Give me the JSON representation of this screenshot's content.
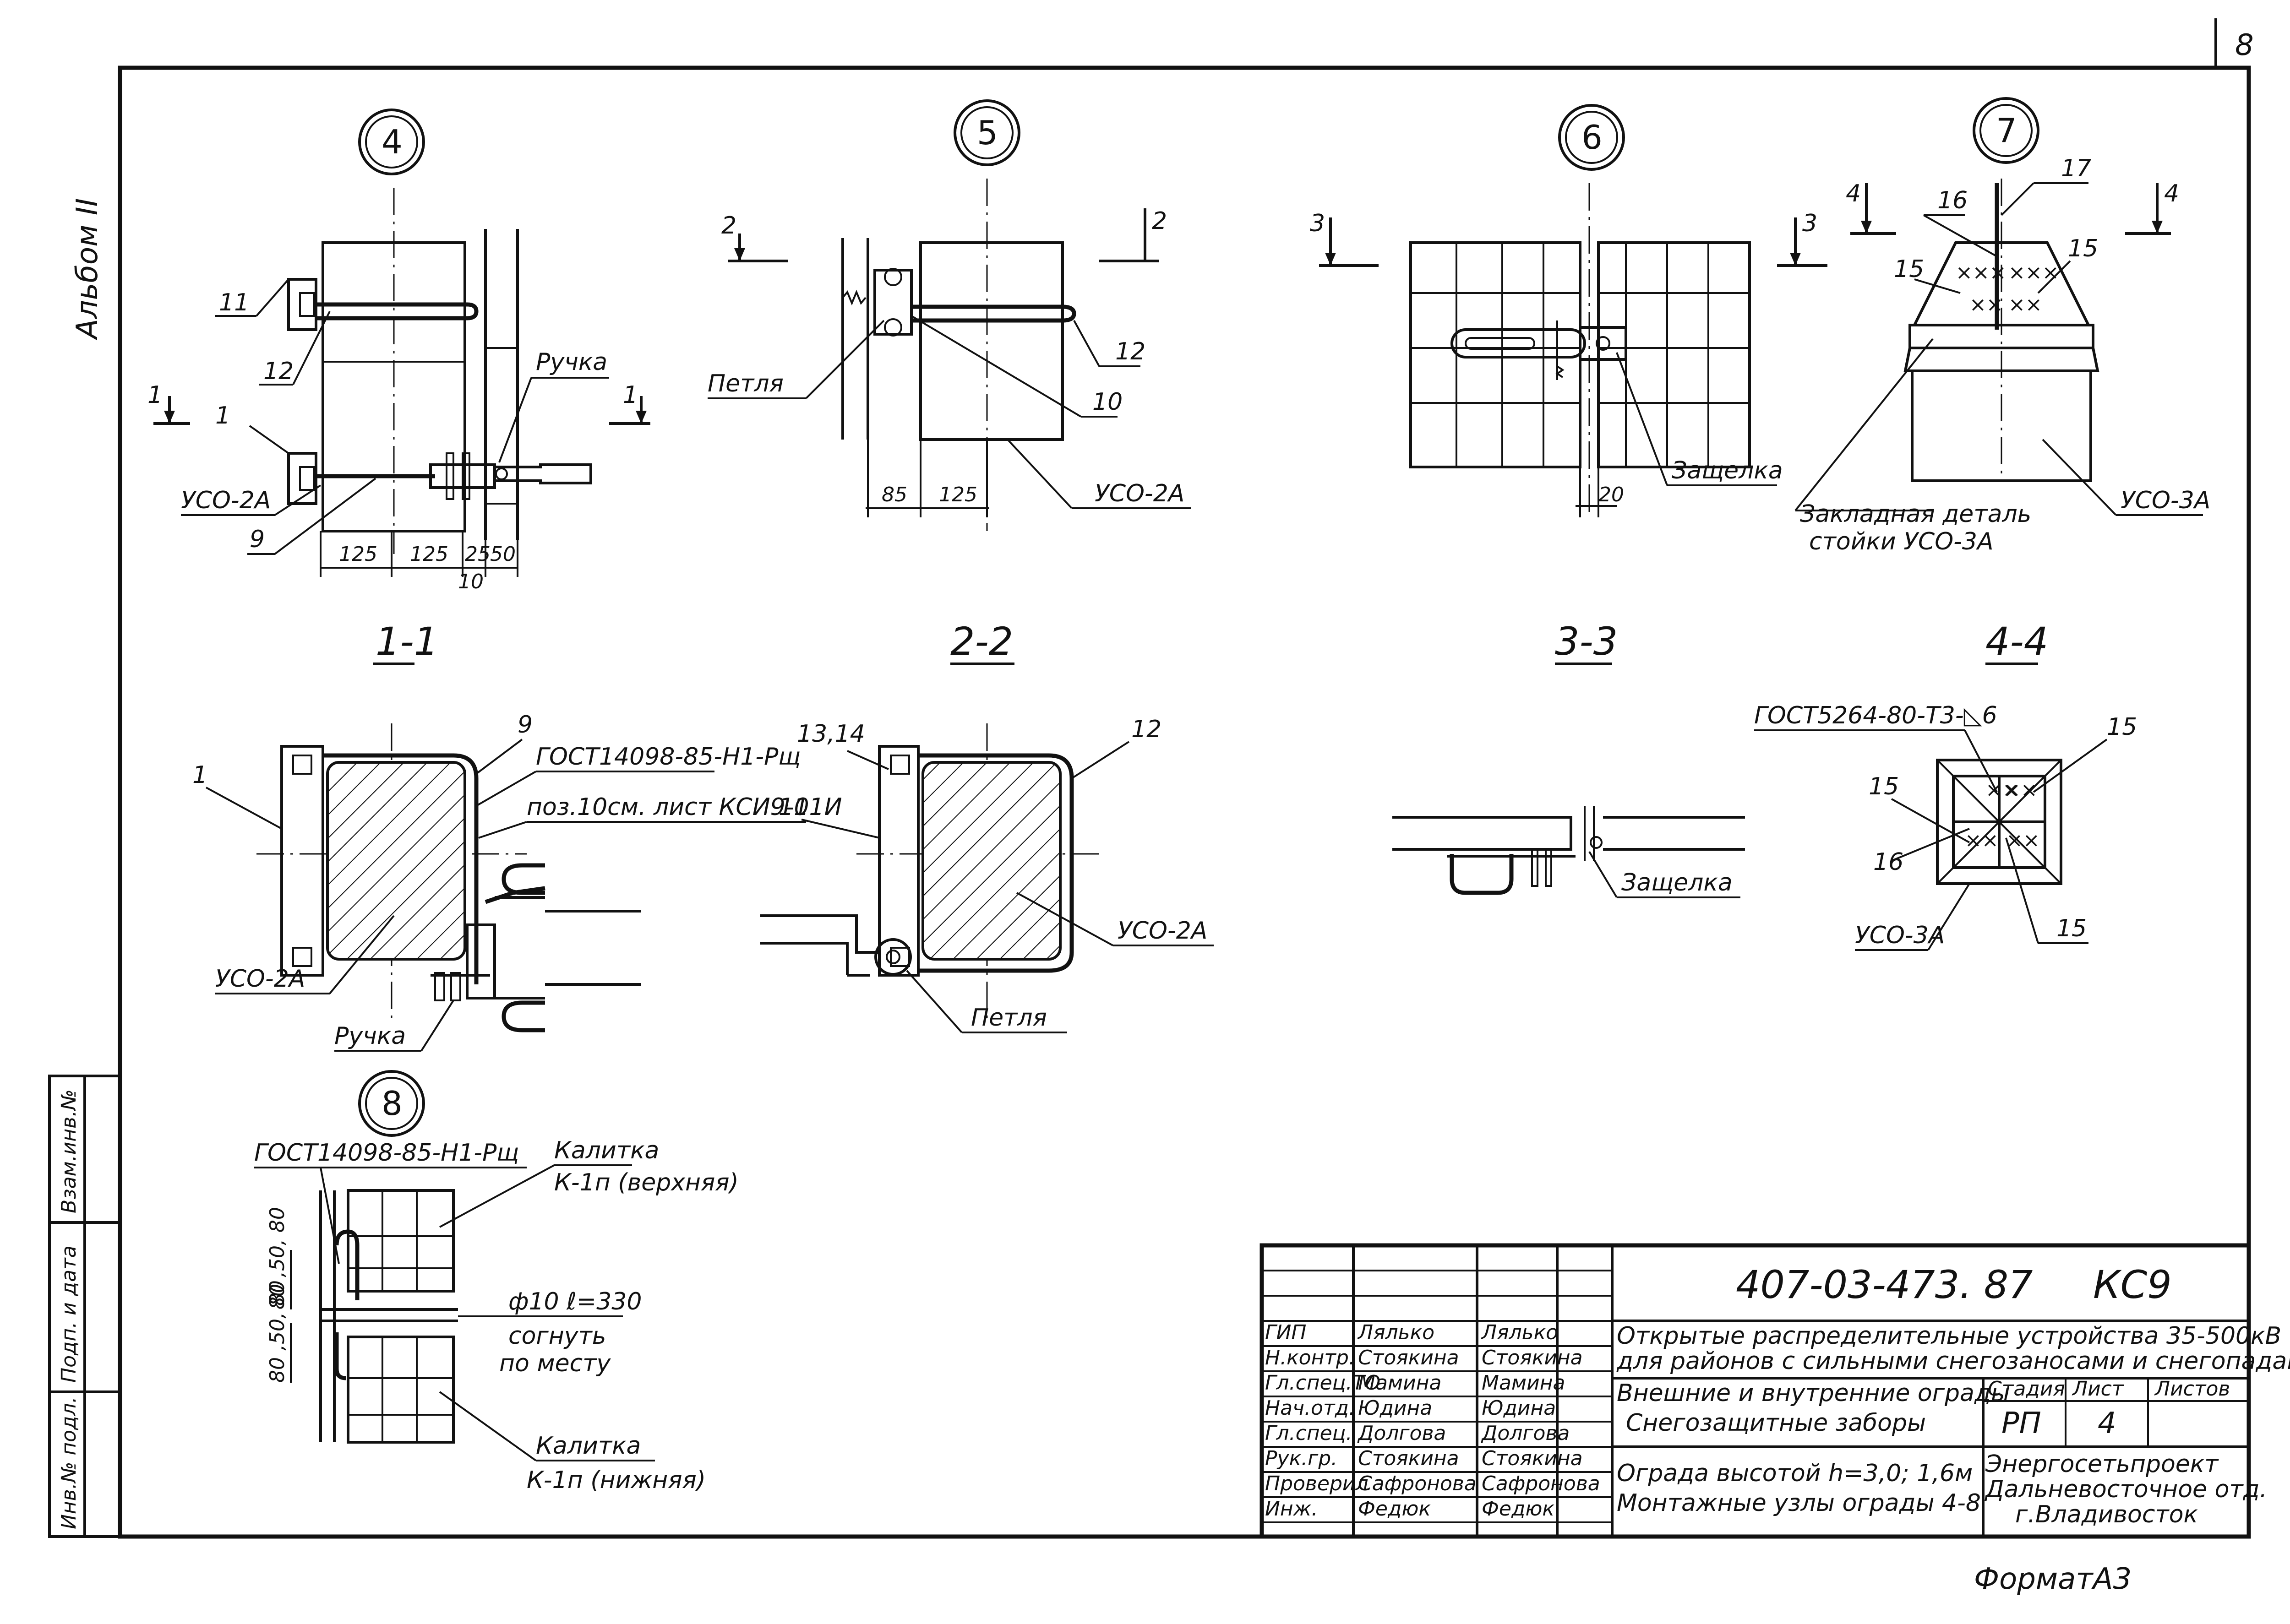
{
  "sheet": {
    "number": "8",
    "album": "Альбом II",
    "format": "ФорматА3"
  },
  "side_stamp": {
    "inv_podl": "Инв.№ подл.",
    "podp_data": "Подп. и дата",
    "vzam_inv": "Взам.инв.№"
  },
  "nodes": {
    "n4": "4",
    "n5": "5",
    "n6": "6",
    "n7": "7",
    "n8": "8"
  },
  "node4": {
    "pos11": "11",
    "pos12": "12",
    "pos1": "1",
    "pos9": "9",
    "uso": "УСО-2А",
    "ruchka": "Ручка",
    "sec_left": "1",
    "sec_right": "1",
    "dim_a": "125",
    "dim_b": "125",
    "dim_c": "25",
    "dim_d": "50",
    "dim_e": "10"
  },
  "node5": {
    "sec_left": "2",
    "sec_right": "2",
    "petlya": "Петля",
    "pos12": "12",
    "pos10": "10",
    "uso": "УСО-2А",
    "dim_a": "85",
    "dim_b": "125"
  },
  "node6": {
    "sec_left": "3",
    "sec_right": "3",
    "zashchelka": "Защелка",
    "dim": "20"
  },
  "node7": {
    "sec_left": "4",
    "sec_right": "4",
    "pos16": "16",
    "pos17": "17",
    "pos15a": "15",
    "pos15b": "15",
    "zakladnaya_1": "Закладная деталь",
    "zakladnaya_2": "стойки УСО-3А",
    "uso": "УСО-3А"
  },
  "sec11": {
    "title": "1-1",
    "pos1": "1",
    "pos9": "9",
    "gost": "ГОСТ14098-85-Н1-Рщ",
    "poz": "поз.10см. лист КСИ9-01И",
    "uso": "УСО-2А",
    "ruchka": "Ручка"
  },
  "sec22": {
    "title": "2-2",
    "pos1314": "13,14",
    "pos11": "11",
    "pos12": "12",
    "uso": "УСО-2А",
    "petlya": "Петля"
  },
  "sec33": {
    "title": "3-3",
    "zashchelka": "Защелка"
  },
  "sec44": {
    "title": "4-4",
    "gost": "ГОСТ5264-80-Т3-◺6",
    "pos15a": "15",
    "pos15b": "15",
    "pos15c": "15",
    "pos16": "16",
    "uso": "УСО-3А"
  },
  "node8": {
    "gost": "ГОСТ14098-85-Н1-Рщ",
    "kalitka_top_1": "Калитка",
    "kalitka_top_2": "К-1п (верхняя)",
    "rod_1": "ф10  ℓ=330",
    "rod_2": "согнуть",
    "rod_3": "по месту",
    "kalitka_bot_1": "Калитка",
    "kalitka_bot_2": "К-1п (нижняя)",
    "dim_top": "80 ,50, 80",
    "dim_bot": "80 ,50, 80"
  },
  "title_block": {
    "code": "407-03-473. 87",
    "mark": "КС9",
    "project_1": "Открытые распределительные устройства 35-500кВ",
    "project_2": "для районов с сильными снегозаносами и снегопадами",
    "section_1": "Внешние и внутренние ограды",
    "section_2": "Снегозащитные заборы",
    "sheet_title_1": "Ограда высотой h=3,0; 1,6м",
    "sheet_title_2": "Монтажные узлы ограды 4-8",
    "h_stage": "Стадия",
    "h_sheet": "Лист",
    "h_sheets": "Листов",
    "stage": "РП",
    "sheet": "4",
    "sheets": "",
    "org_1": "Энергосетьпроект",
    "org_2": "Дальневосточное отд.",
    "org_3": "г.Владивосток",
    "people": [
      {
        "role": "ГИП",
        "name": "Лялько",
        "sign": "Лялько"
      },
      {
        "role": "Н.контр.",
        "name": "Стоякина",
        "sign": "Стоякина"
      },
      {
        "role": "Гл.спец.ТО",
        "name": "Мамина",
        "sign": "Мамина"
      },
      {
        "role": "Нач.отд.",
        "name": "Юдина",
        "sign": "Юдина"
      },
      {
        "role": "Гл.спец.",
        "name": "Долгова",
        "sign": "Долгова"
      },
      {
        "role": "Рук.гр.",
        "name": "Стоякина",
        "sign": "Стоякина"
      },
      {
        "role": "Проверил",
        "name": "Сафронова",
        "sign": "Сафронова"
      },
      {
        "role": "Инж.",
        "name": "Федюк",
        "sign": "Федюк"
      }
    ]
  }
}
